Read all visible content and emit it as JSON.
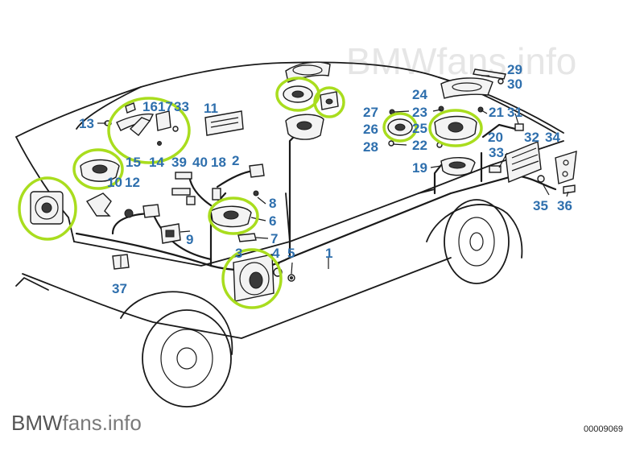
{
  "watermark": "BMWfans.info",
  "brand": {
    "prefix": "BMW",
    "suffix": "fans.info"
  },
  "diagram_number": "00009069",
  "highlight_color": "#a9dd1e",
  "label_color": "#2e6fad",
  "labels": {
    "n1": "1",
    "n2": "2",
    "n3": "3",
    "n4": "4",
    "n5": "5",
    "n6": "6",
    "n7": "7",
    "n8": "8",
    "n9": "9",
    "n10": "10",
    "n11": "11",
    "n12": "12",
    "n13": "13",
    "n14": "14",
    "n15": "15",
    "n16": "16",
    "n17": "17",
    "n19": "19",
    "n18": "18",
    "n20": "20",
    "n21": "21",
    "n22": "22",
    "n23": "23",
    "n24": "24",
    "n25": "25",
    "n26": "26",
    "n27": "27",
    "n28": "28",
    "n29": "29",
    "n30": "30",
    "n31": "31",
    "n32": "32",
    "n33a": "33",
    "n33b": "33",
    "n34": "34",
    "n35": "35",
    "n36": "36",
    "n37": "37",
    "n39": "39",
    "n40": "40"
  }
}
